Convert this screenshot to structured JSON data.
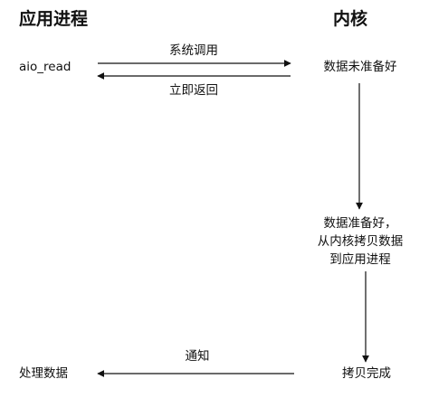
{
  "headers": {
    "left": "应用进程",
    "right": "内核"
  },
  "left_labels": {
    "aio_read": "aio_read",
    "process_data": "处理数据"
  },
  "right_labels": {
    "data_not_ready": "数据未准备好",
    "data_ready_lines": [
      "数据准备好，",
      "从内核拷贝数据",
      "到应用进程"
    ],
    "copy_complete": "拷贝完成"
  },
  "arrow_labels": {
    "system_call": "系统调用",
    "return_immediately": "立即返回",
    "notify": "通知"
  }
}
